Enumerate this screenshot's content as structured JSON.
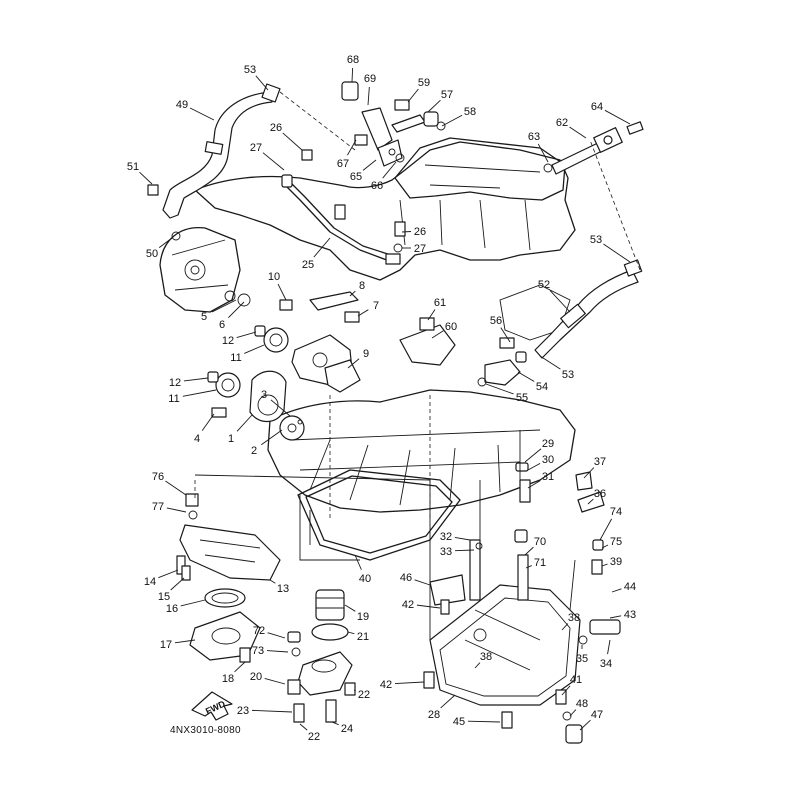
{
  "catalog_code": "4NX3010-8080",
  "fwd_label": "FWD",
  "callouts": [
    {
      "id": "53a",
      "num": "53"
    },
    {
      "id": "68",
      "num": "68"
    },
    {
      "id": "69",
      "num": "69"
    },
    {
      "id": "59",
      "num": "59"
    },
    {
      "id": "57",
      "num": "57"
    },
    {
      "id": "58",
      "num": "58"
    },
    {
      "id": "64",
      "num": "64"
    },
    {
      "id": "49",
      "num": "49"
    },
    {
      "id": "26a",
      "num": "26"
    },
    {
      "id": "62",
      "num": "62"
    },
    {
      "id": "63",
      "num": "63"
    },
    {
      "id": "27a",
      "num": "27"
    },
    {
      "id": "67",
      "num": "67"
    },
    {
      "id": "65",
      "num": "65"
    },
    {
      "id": "66",
      "num": "66"
    },
    {
      "id": "51",
      "num": "51"
    },
    {
      "id": "26b",
      "num": "26"
    },
    {
      "id": "27b",
      "num": "27"
    },
    {
      "id": "50",
      "num": "50"
    },
    {
      "id": "25",
      "num": "25"
    },
    {
      "id": "53b",
      "num": "53"
    },
    {
      "id": "10",
      "num": "10"
    },
    {
      "id": "8",
      "num": "8"
    },
    {
      "id": "7",
      "num": "7"
    },
    {
      "id": "52",
      "num": "52"
    },
    {
      "id": "5",
      "num": "5"
    },
    {
      "id": "6",
      "num": "6"
    },
    {
      "id": "61",
      "num": "61"
    },
    {
      "id": "12a",
      "num": "12"
    },
    {
      "id": "60",
      "num": "60"
    },
    {
      "id": "56",
      "num": "56"
    },
    {
      "id": "11a",
      "num": "11"
    },
    {
      "id": "9",
      "num": "9"
    },
    {
      "id": "53c",
      "num": "53"
    },
    {
      "id": "12b",
      "num": "12"
    },
    {
      "id": "54",
      "num": "54"
    },
    {
      "id": "11b",
      "num": "11"
    },
    {
      "id": "55",
      "num": "55"
    },
    {
      "id": "3",
      "num": "3"
    },
    {
      "id": "4",
      "num": "4"
    },
    {
      "id": "1",
      "num": "1"
    },
    {
      "id": "2",
      "num": "2"
    },
    {
      "id": "29",
      "num": "29"
    },
    {
      "id": "30",
      "num": "30"
    },
    {
      "id": "37",
      "num": "37"
    },
    {
      "id": "31",
      "num": "31"
    },
    {
      "id": "76",
      "num": "76"
    },
    {
      "id": "36",
      "num": "36"
    },
    {
      "id": "77",
      "num": "77"
    },
    {
      "id": "74",
      "num": "74"
    },
    {
      "id": "32",
      "num": "32"
    },
    {
      "id": "70",
      "num": "70"
    },
    {
      "id": "75",
      "num": "75"
    },
    {
      "id": "33",
      "num": "33"
    },
    {
      "id": "71",
      "num": "71"
    },
    {
      "id": "39",
      "num": "39"
    },
    {
      "id": "14",
      "num": "14"
    },
    {
      "id": "40",
      "num": "40"
    },
    {
      "id": "15",
      "num": "15"
    },
    {
      "id": "13",
      "num": "13"
    },
    {
      "id": "46",
      "num": "46"
    },
    {
      "id": "44",
      "num": "44"
    },
    {
      "id": "16",
      "num": "16"
    },
    {
      "id": "19",
      "num": "19"
    },
    {
      "id": "42a",
      "num": "42"
    },
    {
      "id": "43",
      "num": "43"
    },
    {
      "id": "38a",
      "num": "38"
    },
    {
      "id": "17",
      "num": "17"
    },
    {
      "id": "72",
      "num": "72"
    },
    {
      "id": "21",
      "num": "21"
    },
    {
      "id": "35",
      "num": "35"
    },
    {
      "id": "34",
      "num": "34"
    },
    {
      "id": "73",
      "num": "73"
    },
    {
      "id": "38b",
      "num": "38"
    },
    {
      "id": "18",
      "num": "18"
    },
    {
      "id": "20",
      "num": "20"
    },
    {
      "id": "41",
      "num": "41"
    },
    {
      "id": "42b",
      "num": "42"
    },
    {
      "id": "22a",
      "num": "22"
    },
    {
      "id": "48",
      "num": "48"
    },
    {
      "id": "28",
      "num": "28"
    },
    {
      "id": "47",
      "num": "47"
    },
    {
      "id": "23",
      "num": "23"
    },
    {
      "id": "45",
      "num": "45"
    },
    {
      "id": "24",
      "num": "24"
    },
    {
      "id": "22b",
      "num": "22"
    }
  ]
}
